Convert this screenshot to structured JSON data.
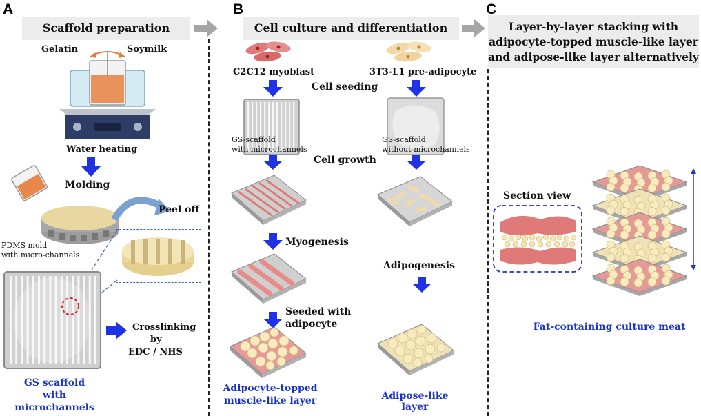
{
  "panels": {
    "a": {
      "letter": "A",
      "header": "Scaffold preparation"
    },
    "b": {
      "letter": "B",
      "header": "Cell culture and differentiation"
    },
    "c": {
      "letter": "C",
      "header_lines": [
        "Layer-by-layer stacking with",
        "adipocyte-topped muscle-like layer",
        "and adipose-like layer alternatively"
      ]
    }
  },
  "panel_a": {
    "gelatin": "Gelatin",
    "soymilk": "Soymilk",
    "water_heating": "Water heating",
    "molding": "Molding",
    "peel_off": "Peel off",
    "pdms_mold": [
      "PDMS mold",
      "with micro-channels"
    ],
    "crosslinking": [
      "Crosslinking",
      "by",
      "EDC / NHS"
    ],
    "gs_scaffold": [
      "GS scaffold",
      "with microchannels"
    ]
  },
  "panel_b": {
    "c2c12": "C2C12 myoblast",
    "t3l1": "3T3-L1 pre-adipocyte",
    "cell_seeding": "Cell seeding",
    "gs_with": [
      "GS-scaffold",
      "with microchannels"
    ],
    "gs_without": [
      "GS-scaffold",
      "without microchannels"
    ],
    "cell_growth": "Cell growth",
    "myogenesis": "Myogenesis",
    "adipogenesis": "Adipogenesis",
    "seeded_with": [
      "Seeded with",
      "adipocyte"
    ],
    "adipocyte_topped": [
      "Adipocyte-topped",
      "muscle-like layer"
    ],
    "adipose_like": "Adipose-like layer"
  },
  "panel_c": {
    "section_view": "Section view",
    "fat_containing": "Fat-containing culture meat"
  },
  "colors": {
    "arrow_blue": "#1f32e6",
    "label_blue": "#1a33c8",
    "muscle_red": "#e07a78",
    "fat_yellow": "#f4e6b2",
    "scaffold_gray": "#c9c9c9",
    "gray_arrow": "#a6a6a6",
    "header_bg": "#ececec"
  }
}
